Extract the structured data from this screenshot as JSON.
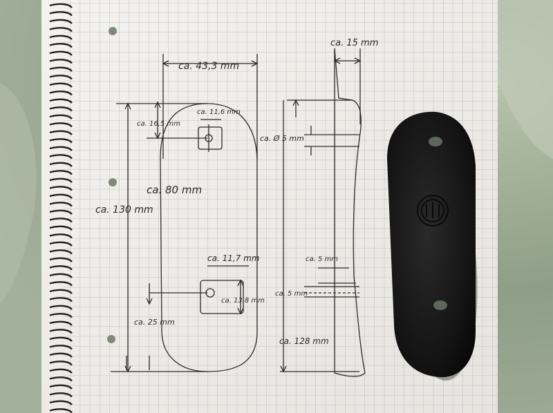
{
  "photo": {
    "description_colors": {
      "background": "#9fae9a",
      "paper": "#f4f2ee",
      "grid": "#a9b3c4",
      "ink": "#2a2a2a",
      "pad": "#141414"
    }
  },
  "front_view": {
    "width_label": "ca. 43,3 mm",
    "height_label": "ca. 130 mm",
    "inner_label": "ca. 80 mm",
    "top_offset_label": "ca. 16,5 mm",
    "top_hole_label": "ca. 11,6 mm",
    "bottom_hole_label": "ca. 11,7 mm",
    "bottom_hole_height_label": "ca. 13,8 mm",
    "bottom_offset_label": "ca. 25 mm"
  },
  "side_view": {
    "thickness_label": "ca. 15 mm",
    "hole_diameter_label": "ca. Ø 5 mm",
    "lower_5mm_label_a": "ca. 5 mm",
    "lower_5mm_label_b": "ca. 5 mm",
    "length_label": "ca. 128 mm"
  },
  "recoil_pad": {
    "logo_icon": "beretta-logo-icon"
  }
}
